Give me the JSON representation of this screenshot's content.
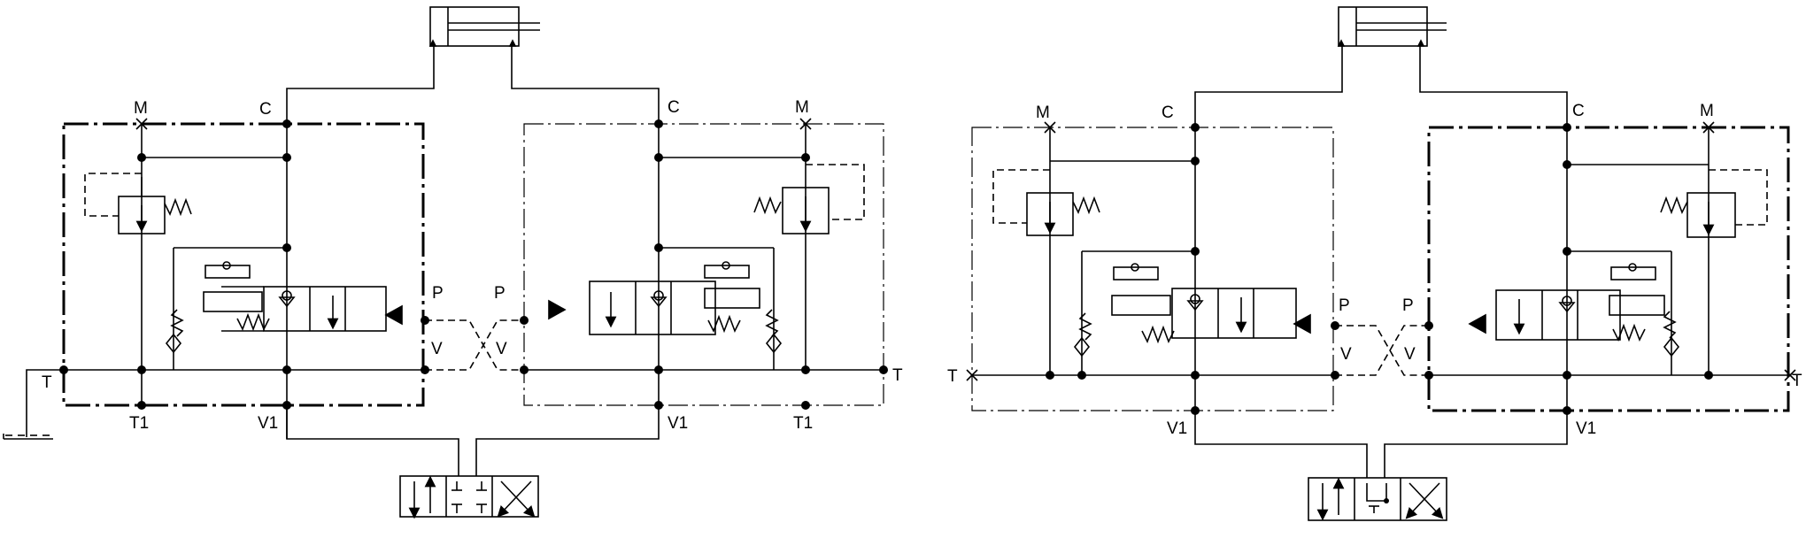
{
  "diagrams": [
    {
      "name": "left-circuit",
      "labels": {
        "c_left": "C",
        "m_left": "M",
        "c_right": "C",
        "m_right": "M",
        "p_left": "P",
        "p_right": "P",
        "v_left": "V",
        "v_right": "V",
        "t_left": "T",
        "t1_left": "T1",
        "v1_left": "V1",
        "v1_right": "V1",
        "t1_right": "T1",
        "t_right": "T"
      }
    },
    {
      "name": "right-circuit",
      "labels": {
        "m_left": "M",
        "c_left": "C",
        "c_right": "C",
        "m_right": "M",
        "p_left": "P",
        "p_right": "P",
        "v_left": "V",
        "v_right": "V",
        "t_left": "T",
        "t_right": "T",
        "v1_left": "V1",
        "v1_right": "V1"
      }
    }
  ],
  "colors": {
    "line": "#000000",
    "background": "#ffffff"
  }
}
